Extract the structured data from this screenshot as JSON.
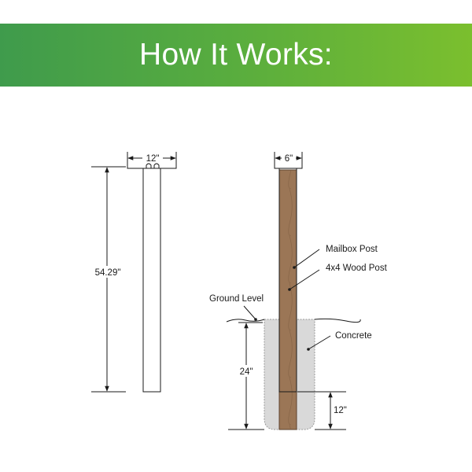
{
  "banner": {
    "title": "How It Works:"
  },
  "left_post": {
    "width_label": "12\"",
    "height_label": "54.29\""
  },
  "right_post": {
    "width_label": "6\"",
    "labels": {
      "mailbox_post": "Mailbox Post",
      "wood_post": "4x4 Wood Post",
      "ground_level": "Ground Level",
      "concrete": "Concrete"
    },
    "depth_label": "24\"",
    "bottom_label": "12\""
  },
  "colors": {
    "banner_start": "#3f9b4c",
    "banner_end": "#7bbf2e",
    "wood": "#9b7656",
    "concrete": "#d9d9d9"
  }
}
